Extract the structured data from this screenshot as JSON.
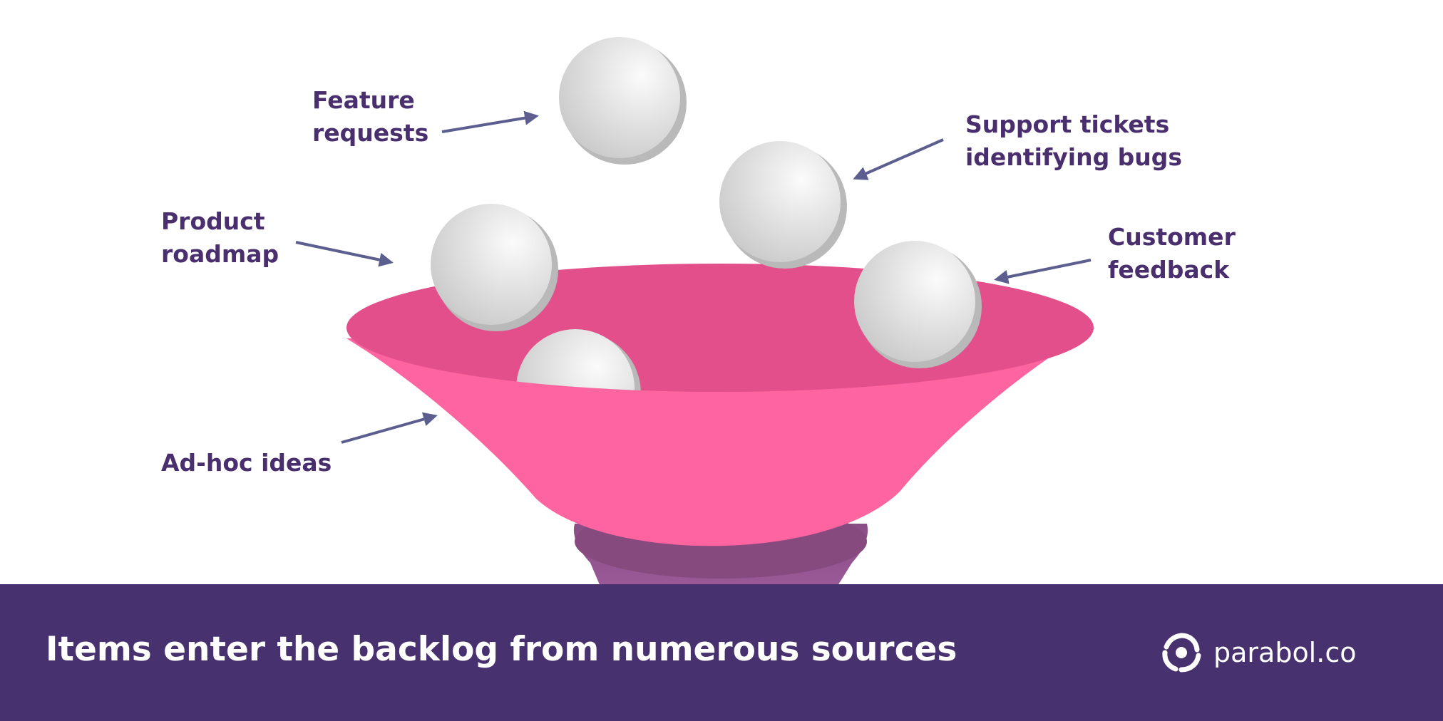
{
  "sources": [
    {
      "lines": [
        "Feature",
        "requests"
      ]
    },
    {
      "lines": [
        "Support tickets",
        "identifying bugs"
      ]
    },
    {
      "lines": [
        "Product",
        "roadmap"
      ]
    },
    {
      "lines": [
        "Customer",
        "feedback"
      ]
    },
    {
      "lines": [
        "Ad-hoc ideas"
      ]
    }
  ],
  "footer": {
    "title": "Items enter the backlog from numerous sources",
    "brand": "parabol.co"
  },
  "colors": {
    "funnel_rim": "#e24f8a",
    "funnel_body": "#fd64a0",
    "funnel_neck": "#8a4e86",
    "label_text": "#4a2f6e",
    "arrow": "#5b5e8e",
    "footer_bg": "#48316f",
    "ball": "#d8d8d8"
  },
  "icons": {
    "arrow": "arrow-icon",
    "brand_logo": "parabol-logo-icon"
  }
}
